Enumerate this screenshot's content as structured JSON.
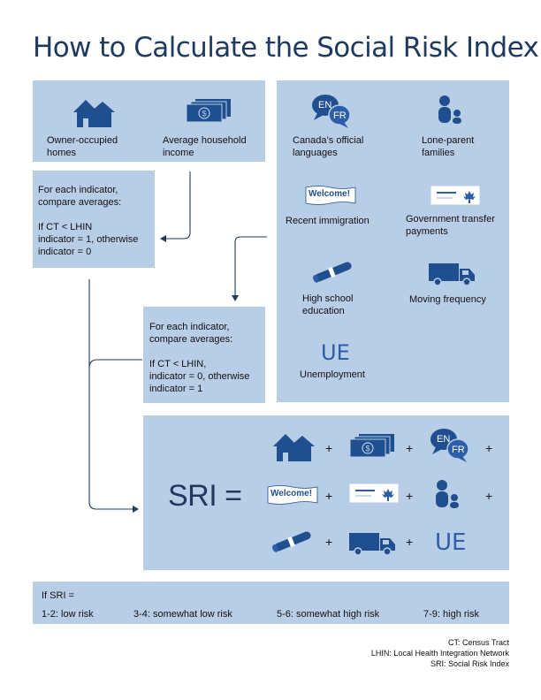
{
  "title": "How to Calculate the Social Risk Index",
  "indicators": {
    "owner_occupied": "Owner-occupied\nhomes",
    "household_income": "Average household\nincome",
    "official_languages": "Canada’s official\nlanguages",
    "lone_parent": "Lone-parent\nfamilies",
    "recent_immigration": "Recent immigration",
    "government_transfer": "Government transfer\npayments",
    "high_school": "High school\neducation",
    "moving_frequency": "Moving frequency",
    "unemployment": "Unemployment"
  },
  "icon_text": {
    "en": "EN",
    "fr": "FR",
    "welcome": "Welcome!",
    "ue": "UE"
  },
  "rule_a": {
    "line1": "For each indicator,",
    "line2": "compare averages:",
    "line3": "If CT < LHIN",
    "line4": "indicator = 1, otherwise",
    "line5": "indicator = 0"
  },
  "rule_b": {
    "line1": "For each indicator,",
    "line2": "compare averages:",
    "line3": "If CT < LHIN,",
    "line4": "indicator = 0, otherwise",
    "line5": "indicator = 1"
  },
  "formula": {
    "lhs": "SRI =",
    "plus": "+"
  },
  "risk": {
    "heading": "If SRI =",
    "low": "1-2: low risk",
    "somewhat_low": "3-4: somewhat low risk",
    "somewhat_high": "5-6: somewhat high risk",
    "high": "7-9: high risk"
  },
  "footnotes": {
    "ct": "CT: Census Tract",
    "lhin": "LHIN: Local Health Integration Network",
    "sri": "SRI: Social Risk Index"
  },
  "colors": {
    "panel": "#b8cde6",
    "icon_dark": "#1f4f8f",
    "icon_mid": "#2d5ea8",
    "title": "#1f3a5f"
  }
}
